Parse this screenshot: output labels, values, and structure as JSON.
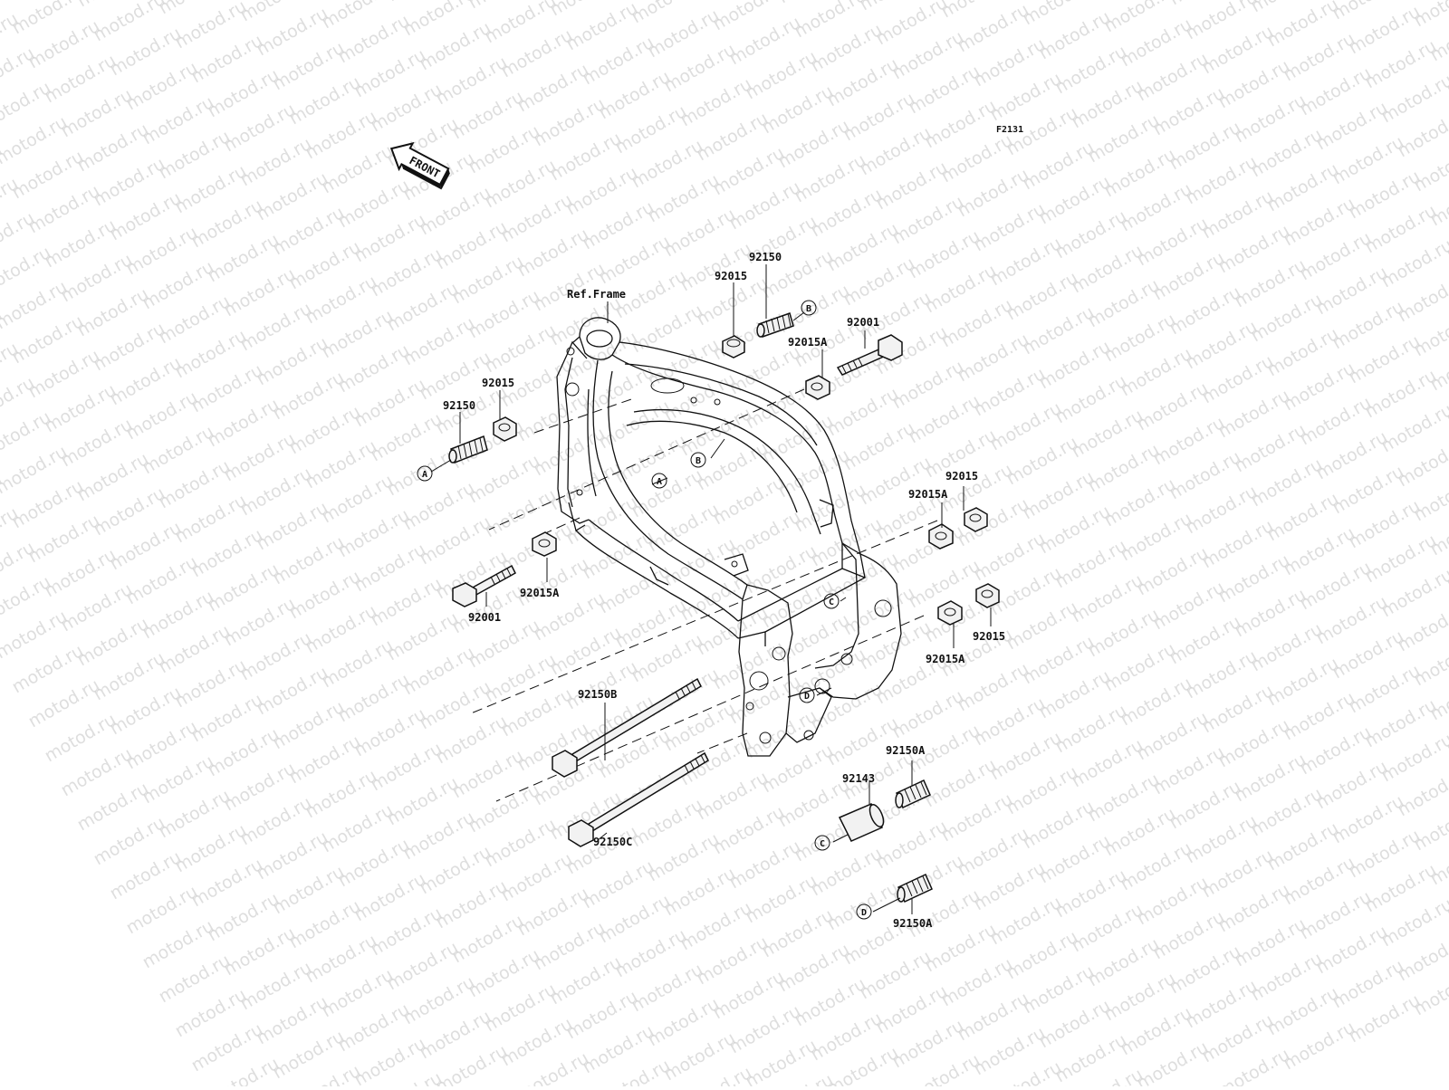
{
  "figure_code": "F2131",
  "front_marker": "FRONT",
  "ref_frame_label": "Ref.Frame",
  "watermark_text": "motod.ru",
  "callouts": {
    "p92150_top": "92150",
    "p92015_top": "92015",
    "p92001_top": "92001",
    "p92015A_top": "92015A",
    "p92015_left": "92015",
    "p92150_left": "92150",
    "p92015_right_top": "92015",
    "p92015A_right_top": "92015A",
    "p92015A_left": "92015A",
    "p92001_left": "92001",
    "p92015_right_mid": "92015",
    "p92015A_right_mid": "92015A",
    "p92150B": "92150B",
    "p92150A_upper": "92150A",
    "p92143": "92143",
    "p92150C": "92150C",
    "p92150A_lower": "92150A"
  },
  "ref_letters": {
    "b_top": "B",
    "a_left": "A",
    "b_frame": "B",
    "a_frame": "A",
    "c_frame": "C",
    "d_frame": "D",
    "c_lower": "C",
    "d_lower": "D"
  },
  "colors": {
    "line": "#111111",
    "background": "#ffffff",
    "watermark": "#c4c4c4"
  }
}
